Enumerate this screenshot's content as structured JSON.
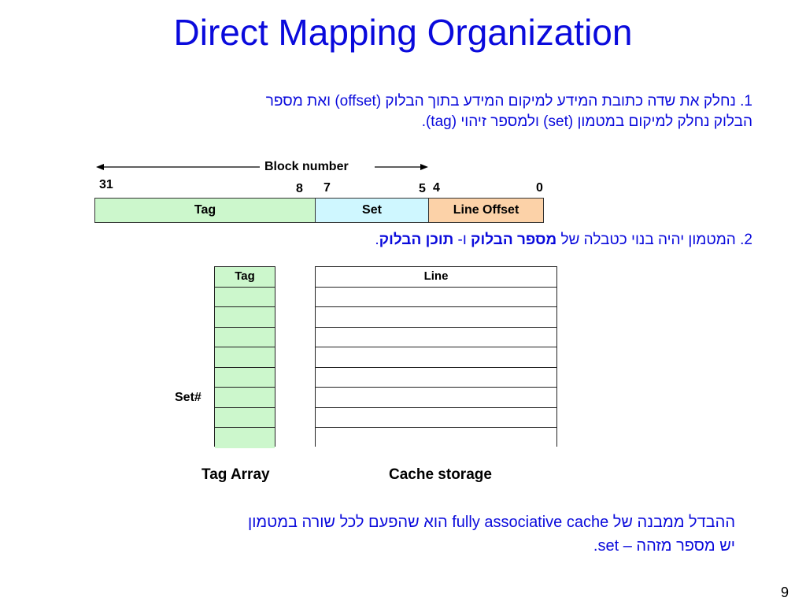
{
  "title": "Direct Mapping Organization",
  "paragraph1": {
    "line1": "1. נחלק את שדה כתובת המידע למיקום המידע בתוך הבלוק (offset) ואת מספר",
    "line2": "הבלוק נחלק למיקום במטמון (set) ולמספר זיהוי (tag)."
  },
  "address": {
    "block_number_label": "Block number",
    "bits": {
      "b31": "31",
      "b8": "8",
      "b7": "7",
      "b5": "5",
      "b4": "4",
      "b0": "0"
    },
    "fields": {
      "tag": "Tag",
      "set": "Set",
      "offset": "Line Offset"
    },
    "colors": {
      "tag": "#ccf7cc",
      "set": "#cff7ff",
      "offset": "#fcd2a8"
    }
  },
  "paragraph2": {
    "prefix": "2. המטמון יהיה בנוי כטבלה של ",
    "bold1": "מספר הבלוק",
    "middle": " ו- ",
    "bold2": "תוכן הבלוק",
    "suffix": "."
  },
  "tag_array": {
    "header": "Tag",
    "caption": "Tag Array",
    "set_label": "Set#"
  },
  "cache_storage": {
    "header": "Line",
    "caption": "Cache storage"
  },
  "paragraph3": {
    "line1": "ההבדל ממבנה של fully associative cache הוא שהפעם לכל שורה במטמון",
    "line2": "יש מספר מזהה – set."
  },
  "page_number": "9"
}
